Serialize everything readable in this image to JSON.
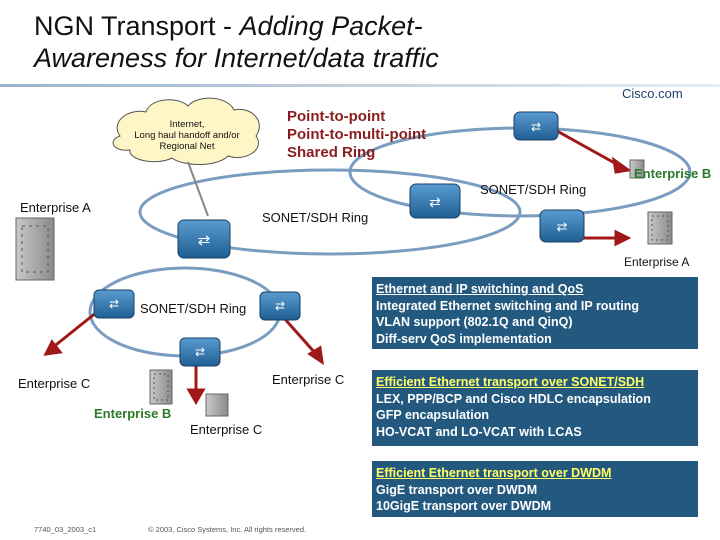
{
  "title": {
    "line1": "NGN Transport - ",
    "line1_italic": "Adding Packet-",
    "line2": "Awareness for  Internet/data traffic"
  },
  "logo": "Cisco.com",
  "cloud": {
    "text": "Internet,\nLong haul handoff and/or\nRegional Net"
  },
  "services": [
    "Point-to-point",
    "Point-to-multi-point",
    "Shared Ring"
  ],
  "rings": {
    "top_right": "SONET/SDH Ring",
    "center": "SONET/SDH Ring",
    "bottom_left": "SONET/SDH Ring"
  },
  "enterprises": {
    "a_left": "Enterprise A",
    "b_top_right": "Enterprise B",
    "a_right": "Enterprise A",
    "c_left": "Enterprise C",
    "c_right": "Enterprise C",
    "b_bottom": "Enterprise B",
    "c_bottom": "Enterprise C"
  },
  "panels": [
    {
      "head": "Ethernet and IP switching and QoS",
      "lines": [
        "Integrated Ethernet switching and IP routing",
        "VLAN support (802.1Q and QinQ)",
        "Diff-serv QoS implementation"
      ]
    },
    {
      "head": "Efficient Ethernet transport over SONET/SDH",
      "lines": [
        "LEX, PPP/BCP and Cisco HDLC encapsulation",
        "GFP encapsulation",
        "HO-VCAT and LO-VCAT with LCAS"
      ]
    },
    {
      "head": "Efficient Ethernet transport over DWDM",
      "lines": [
        "GigE transport over DWDM",
        "10GigE transport over  DWDM"
      ]
    }
  ],
  "footer": {
    "left": "7740_03_2003_c1",
    "center": "© 2003, Cisco Systems, Inc. All rights reserved."
  },
  "colors": {
    "panel": "#24597f",
    "ring": "#2f5f8f",
    "router": "#2a6ea6",
    "link_red": "#a01818"
  }
}
